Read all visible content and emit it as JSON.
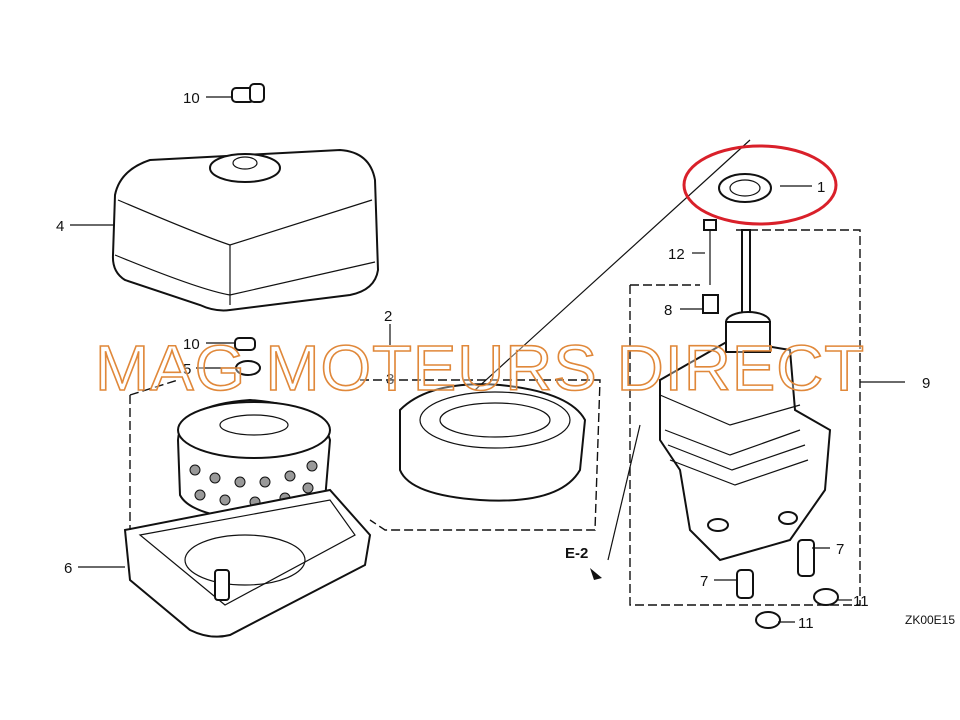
{
  "diagram": {
    "callouts": [
      {
        "id": "callout-10-top",
        "text": "10"
      },
      {
        "id": "callout-4",
        "text": "4"
      },
      {
        "id": "callout-10-mid",
        "text": "10"
      },
      {
        "id": "callout-5",
        "text": "5"
      },
      {
        "id": "callout-2",
        "text": "2"
      },
      {
        "id": "callout-3",
        "text": "3"
      },
      {
        "id": "callout-6",
        "text": "6"
      },
      {
        "id": "callout-1",
        "text": "1"
      },
      {
        "id": "callout-12",
        "text": "12"
      },
      {
        "id": "callout-8",
        "text": "8"
      },
      {
        "id": "callout-9",
        "text": "9"
      },
      {
        "id": "callout-7-right",
        "text": "7"
      },
      {
        "id": "callout-7-left",
        "text": "7"
      },
      {
        "id": "callout-11-right",
        "text": "11"
      },
      {
        "id": "callout-11-left",
        "text": "11"
      }
    ],
    "reference": "E-2",
    "diagram_code": "ZK00E15",
    "watermark": "MAG MOTEURS DIRECT",
    "highlight_color": "#d9202a",
    "watermark_color": "#e0883a"
  }
}
